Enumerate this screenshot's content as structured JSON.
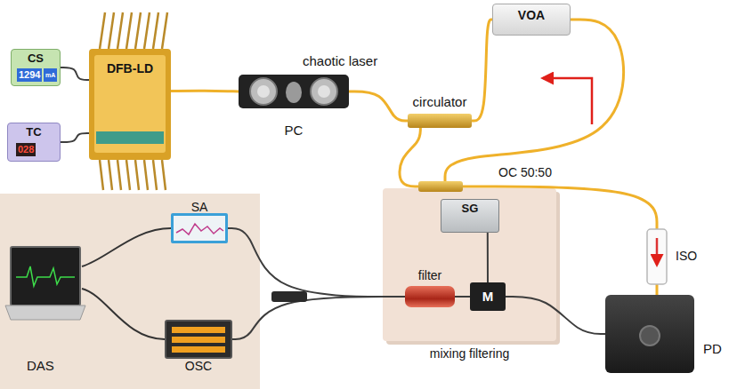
{
  "diagram": {
    "nodes": [
      {
        "text": [
          "CS"
        ]
      },
      {
        "text": [
          "TC"
        ]
      },
      {
        "text": [
          "DFB-LD"
        ]
      },
      {
        "text": [
          "PC"
        ]
      },
      {
        "text": [
          "circulator"
        ]
      },
      {
        "text": [
          "VOA"
        ]
      },
      {
        "text": [
          "OC 50:50"
        ]
      },
      {
        "text": [
          "ISO"
        ]
      },
      {
        "text": [
          "mixing filtering"
        ]
      },
      {
        "text": [
          "SG"
        ],
        "in": 8
      },
      {
        "text": [
          "M"
        ],
        "in": 8
      },
      {
        "text": [
          "filter"
        ],
        "in": 8
      },
      {
        "text": [
          "PD"
        ]
      },
      {
        "text": [
          "DAS"
        ]
      },
      {
        "text": [
          "SA"
        ],
        "in": 13
      },
      {
        "text": [
          "OSC"
        ],
        "in": 13
      }
    ],
    "edges": [
      {
        "from": 0,
        "to": 2,
        "arrow": "none"
      },
      {
        "from": 1,
        "to": 2,
        "arrow": "none"
      },
      {
        "from": 2,
        "to": 3,
        "arrow": "none"
      },
      {
        "from": 3,
        "to": 4,
        "arrow": "none"
      },
      {
        "from": 4,
        "to": 5,
        "arrow": "none"
      },
      {
        "from": 5,
        "to": 6,
        "arrow": "none"
      },
      {
        "from": 4,
        "to": 6,
        "arrow": "none"
      },
      {
        "from": 6,
        "to": 7,
        "arrow": "none"
      },
      {
        "from": 7,
        "to": 12,
        "arrow": "none"
      },
      {
        "from": 12,
        "to": 10,
        "arrow": "none"
      },
      {
        "from": 9,
        "to": 10,
        "arrow": "none"
      },
      {
        "from": 10,
        "to": 11,
        "arrow": "none"
      },
      {
        "from": 11,
        "to": 14,
        "arrow": "none"
      },
      {
        "from": 11,
        "to": 15,
        "arrow": "none"
      }
    ],
    "labels": [
      "chaotic laser",
      "1294",
      "mA",
      "028"
    ]
  }
}
